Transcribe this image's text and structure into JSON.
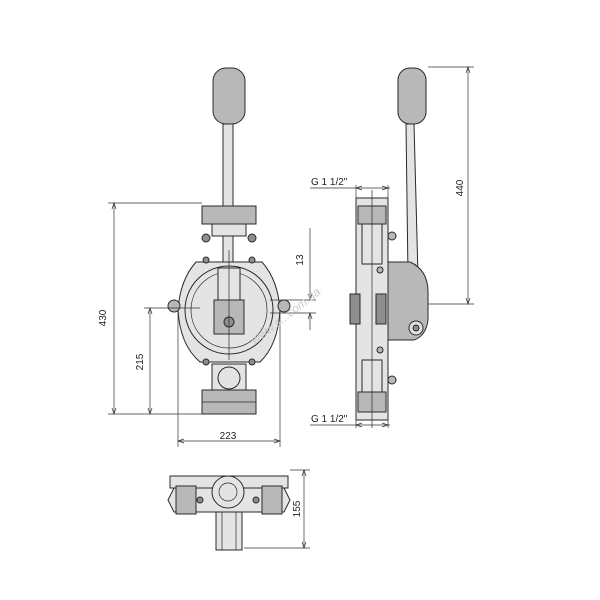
{
  "dimensions": {
    "height_total": "430",
    "height_lower": "215",
    "width_body": "223",
    "offset_top": "13",
    "handle_height": "440",
    "port_top": "G 1 1/2\"",
    "port_bottom": "G 1 1/2\"",
    "depth_bottom_view": "155"
  },
  "watermark": "www.s...com.ua",
  "colors": {
    "line": "#2a2a2a",
    "fill": "#b8b8b8",
    "fill_light": "#e4e4e4",
    "background": "#ffffff"
  }
}
